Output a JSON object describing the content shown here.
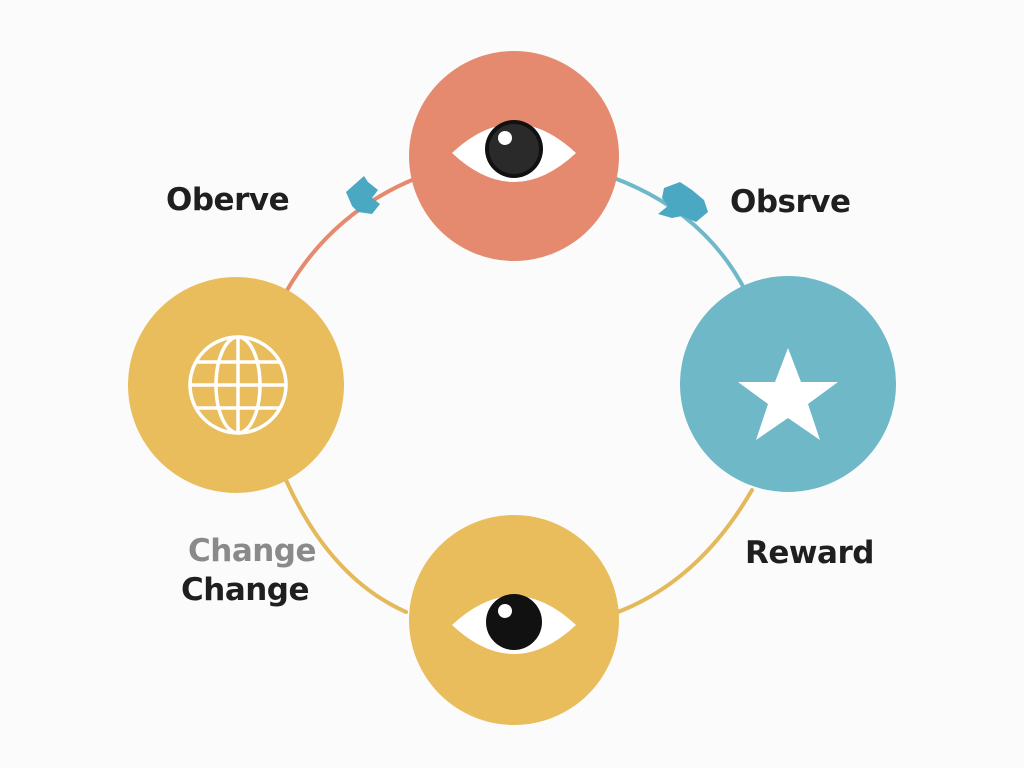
{
  "labels": {
    "observe_left": "Oberve",
    "observe_right": "Obsrve",
    "change_ghost": "Change",
    "change": "Change",
    "reward": "Reward"
  },
  "nodes": [
    {
      "name": "observe-node-top",
      "color": "#e58a6e",
      "icon": "eye-icon"
    },
    {
      "name": "reward-node-right",
      "color": "#6fb8c8",
      "icon": "star-icon"
    },
    {
      "name": "observe-node-bottom",
      "color": "#e9bd5c",
      "icon": "eye-icon"
    },
    {
      "name": "change-node-left",
      "color": "#e9bd5c",
      "icon": "globe-icon"
    }
  ],
  "colors": {
    "ring_orange": "#e58a6e",
    "ring_blue": "#6fb8c8",
    "ring_yellow": "#e3b95a",
    "arrow": "#4aa8c2",
    "icon_white": "#ffffff",
    "pupil": "#111111",
    "text": "#1f1f1f"
  }
}
